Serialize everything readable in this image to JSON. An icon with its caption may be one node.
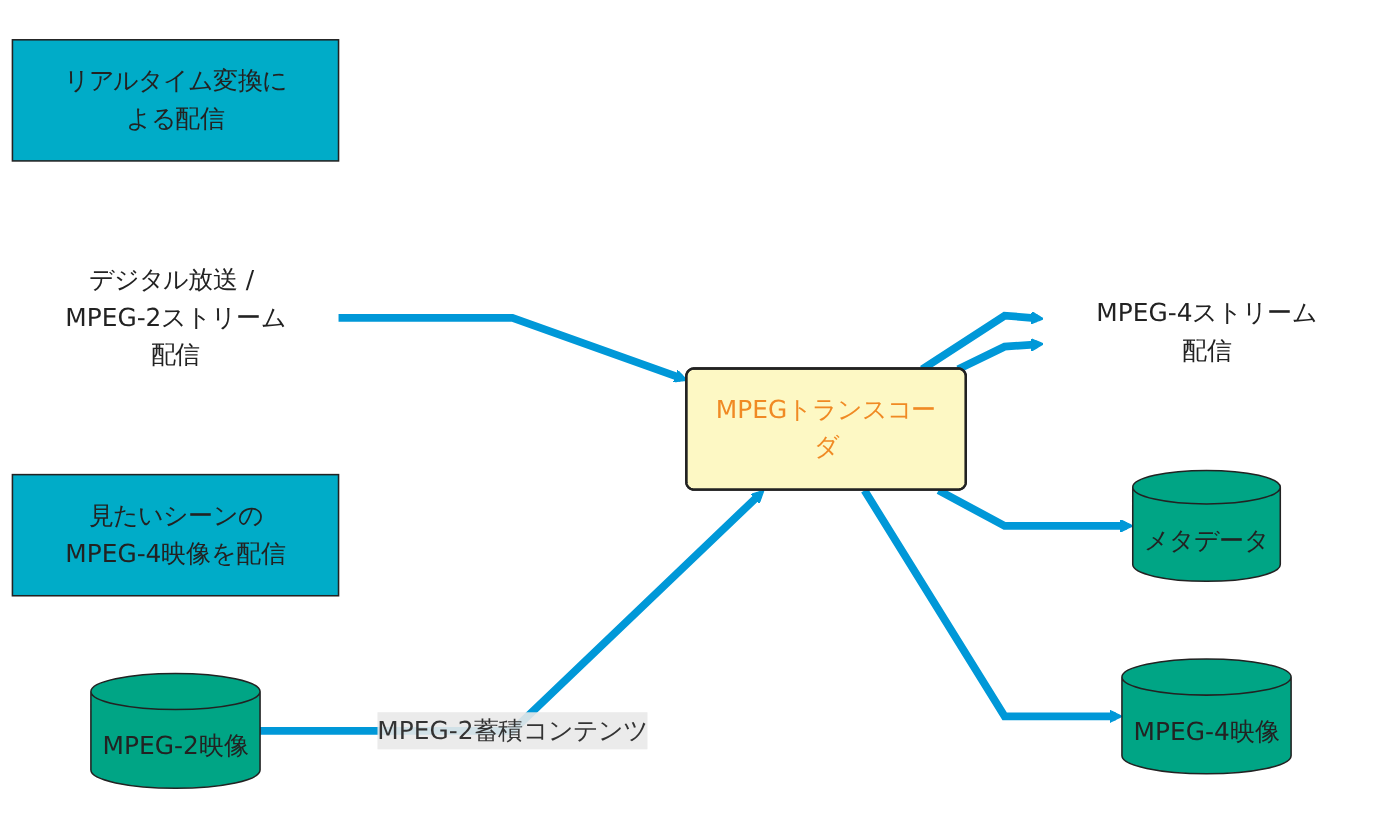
{
  "diagram": {
    "nodes": [
      {
        "text": [
          "リアルタイム変換による配信"
        ]
      },
      {
        "text": [
          "デジタル放送 / MPEG-2ストリーム配信"
        ]
      },
      {
        "text": [
          "MPEGトランスコーダ"
        ]
      },
      {
        "text": [
          "MPEG-4ストリーム配信"
        ]
      },
      {
        "text": [
          "見たいシーンのMPEG-4映像を配信"
        ]
      },
      {
        "text": [
          "MPEG-2映像"
        ]
      },
      {
        "text": [
          "メタデータ"
        ]
      },
      {
        "text": [
          "MPEG-4映像"
        ]
      }
    ],
    "edges": [
      {
        "from": 1,
        "to": 2,
        "arrow": "to"
      },
      {
        "from": 5,
        "to": 2,
        "arrow": "to",
        "label": "MPEG-2蓄積コンテンツ"
      },
      {
        "from": 2,
        "to": 3,
        "arrow": "to"
      },
      {
        "from": 2,
        "to": 3,
        "arrow": "to"
      },
      {
        "from": 2,
        "to": 6,
        "arrow": "to"
      },
      {
        "from": 2,
        "to": 7,
        "arrow": "to"
      }
    ]
  }
}
